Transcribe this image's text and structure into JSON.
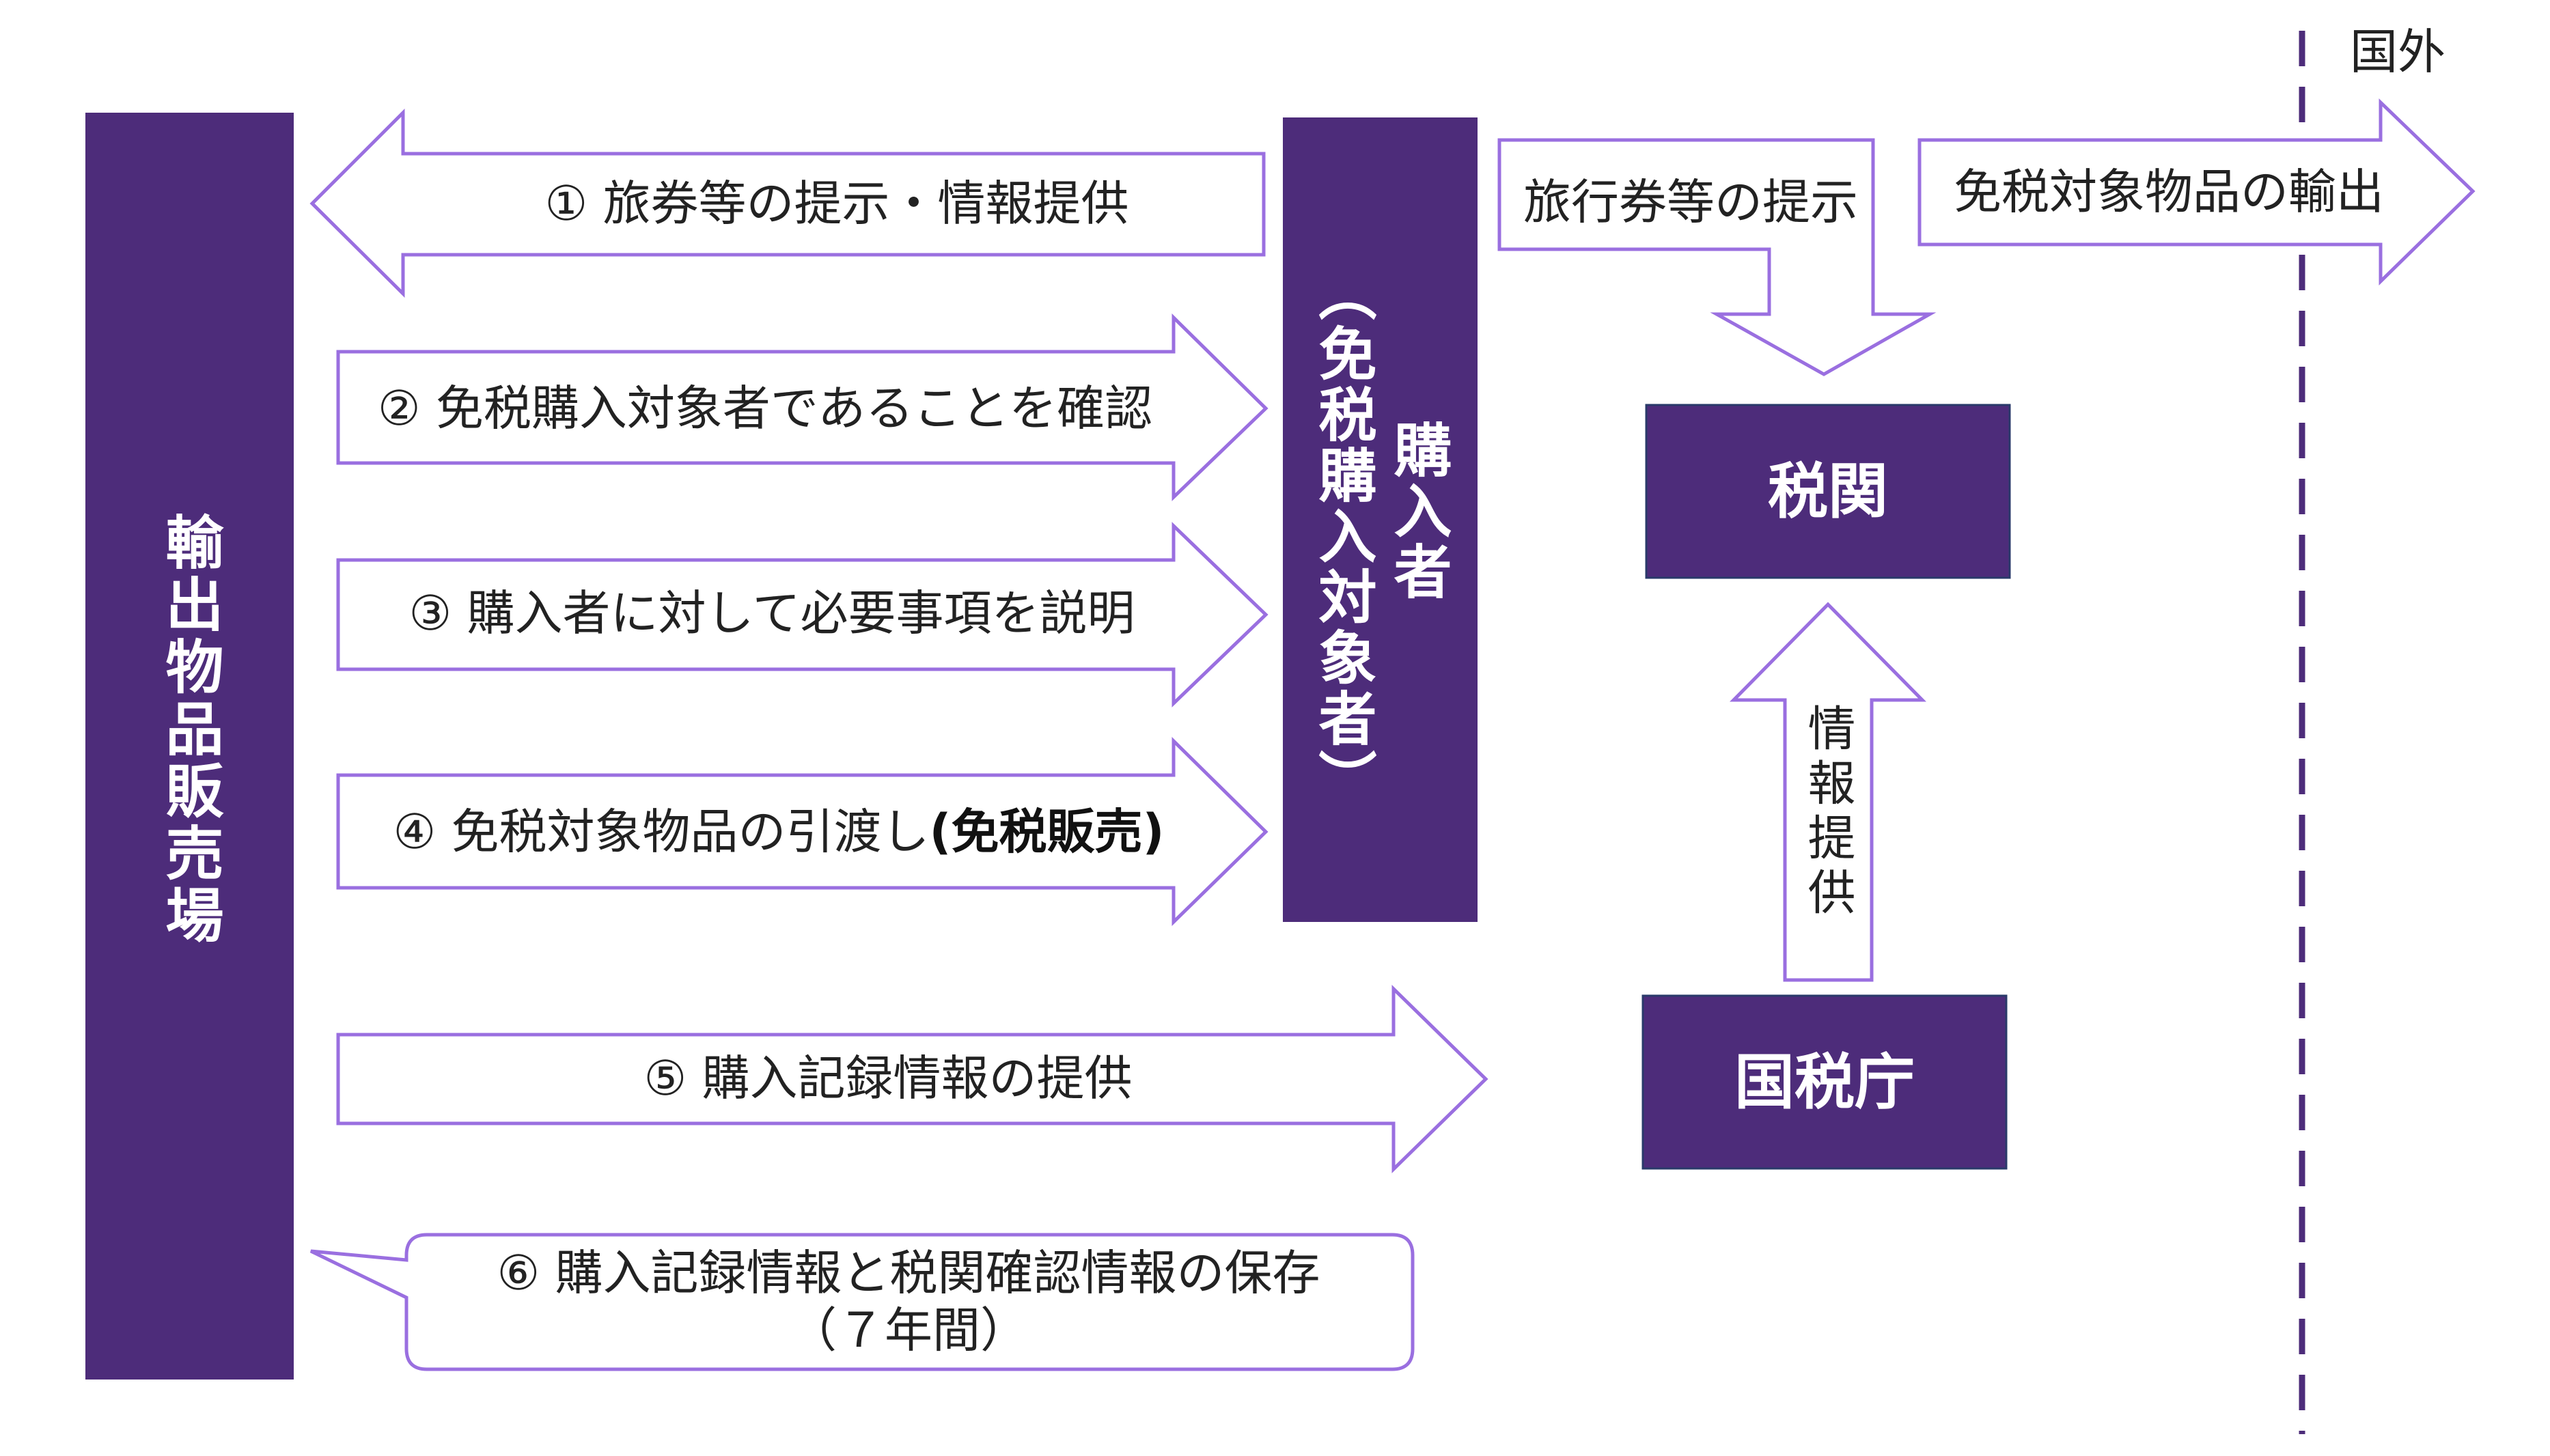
{
  "colors": {
    "box_fill": "#4D2C7A",
    "box_text": "#FFFFFF",
    "arrow_stroke": "#9A6FE0",
    "arrow_fill": "#FFFFFF",
    "text": "#222222",
    "dashed_line": "#4D2C7A"
  },
  "boxes": {
    "shop": "輸出物品販売場",
    "buyer_main": "購入者",
    "buyer_sub": "（免税購入対象者）",
    "customs": "税関",
    "nta": "国税庁"
  },
  "overseas_label": "国外",
  "steps": {
    "s1": "① 旅券等の提示・情報提供",
    "s2": "② 免税購入対象者であることを確認",
    "s3": "③ 購入者に対して必要事項を説明",
    "s4_prefix": "④ 免税対象物品の引渡し",
    "s4_bold": "(免税販売)",
    "s5": "⑤ 購入記録情報の提供",
    "s6_line1": "⑥ 購入記録情報と税関確認情報の保存",
    "s6_line2": "（７年間）"
  },
  "customs_flow": {
    "present": "旅行券等の提示",
    "export": "免税対象物品の輸出",
    "info_provide": "情報提供"
  }
}
